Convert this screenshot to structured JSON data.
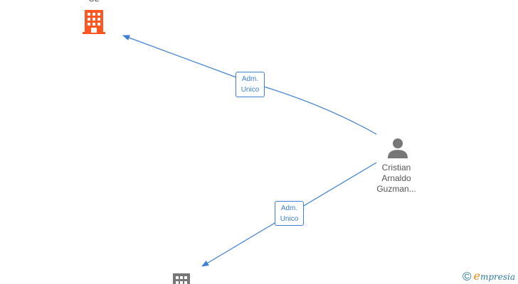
{
  "nodes": {
    "top_company": {
      "label": "SL",
      "icon": "building-icon",
      "color": "#ff5722"
    },
    "person": {
      "name_lines": [
        "Cristian",
        "Arnaldo",
        "Guzman..."
      ],
      "icon": "person-icon",
      "color": "#777777"
    },
    "bottom_company": {
      "icon": "building-icon",
      "color": "#777777"
    }
  },
  "edges": [
    {
      "from": "person",
      "to": "top_company",
      "label_lines": [
        "Adm.",
        "Unico"
      ]
    },
    {
      "from": "person",
      "to": "bottom_company",
      "label_lines": [
        "Adm.",
        "Unico"
      ]
    }
  ],
  "edge_color": "#3b7fd6",
  "watermark": {
    "symbol": "©",
    "brand_initial": "e",
    "brand_rest": "mpresia",
    "brand_color": "#e88a1a"
  }
}
